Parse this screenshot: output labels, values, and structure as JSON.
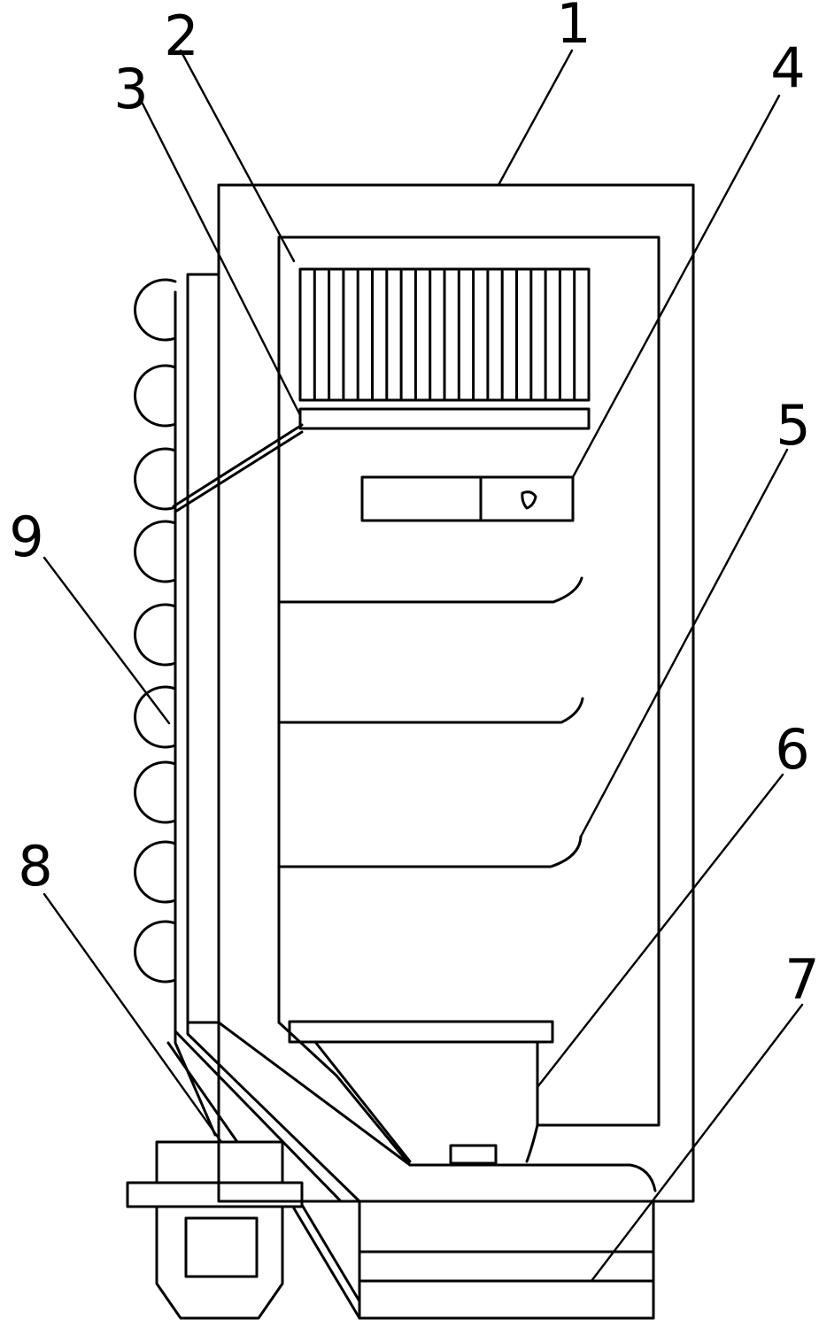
{
  "figure": {
    "labels": [
      {
        "id": "1",
        "text": "1"
      },
      {
        "id": "2",
        "text": "2"
      },
      {
        "id": "3",
        "text": "3"
      },
      {
        "id": "4",
        "text": "4"
      },
      {
        "id": "5",
        "text": "5"
      },
      {
        "id": "6",
        "text": "6"
      },
      {
        "id": "7",
        "text": "7"
      },
      {
        "id": "8",
        "text": "8"
      },
      {
        "id": "9",
        "text": "9"
      }
    ],
    "parts": {
      "cabinet": "cabinet-body",
      "heater": "heating-grille",
      "sensor": "sensor-bar",
      "control": "control-box",
      "shelves": "shelf",
      "tank": "water-tank",
      "base": "base-housing",
      "pump": "pump-unit",
      "tube": "condenser-tube"
    }
  }
}
